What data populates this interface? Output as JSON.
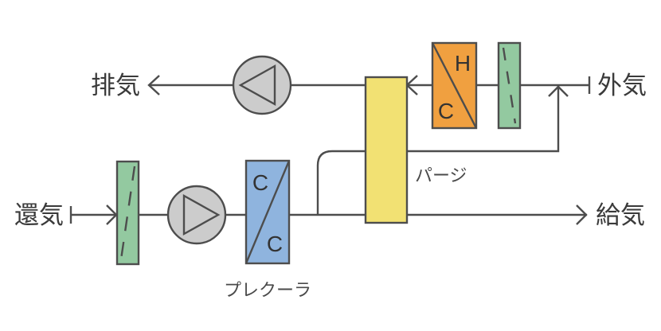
{
  "labels": {
    "exhaust": "排気",
    "outdoor": "外気",
    "return": "還気",
    "supply": "給気",
    "purge": "パージ",
    "precooler": "プレクーラ"
  },
  "coils": {
    "upper_heat": "H",
    "upper_cool": "C",
    "lower_top": "C",
    "lower_bottom": "C"
  },
  "colors": {
    "wheel": "#f2e173",
    "upper_coil": "#f0a040",
    "precooler_coil": "#8fb4de",
    "filter": "#93c9a0",
    "fan": "#cccccc",
    "line": "#4d4d4d"
  }
}
